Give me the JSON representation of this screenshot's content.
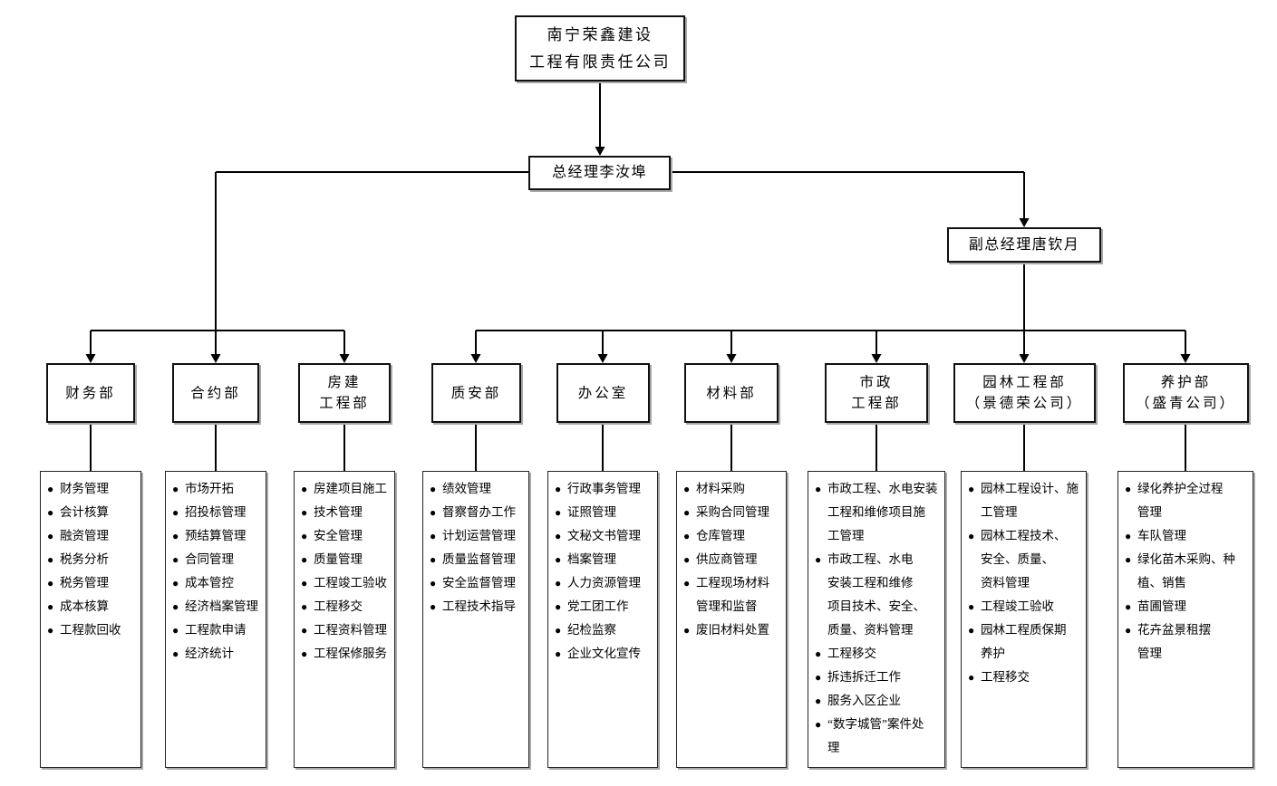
{
  "bullet": "●",
  "colors": {
    "line": "#000000",
    "box_border": "#111111",
    "box_shadow": "#a9a9a9",
    "background": "#ffffff",
    "text": "#000000"
  },
  "org": {
    "root": "南宁荣鑫建设\n工程有限责任公司",
    "general_manager": "总经理李汝埠",
    "deputy_general_manager": "副总经理唐钦月",
    "departments": [
      {
        "name": "财务部",
        "items": [
          "财务管理",
          "会计核算",
          "融资管理",
          "税务分析",
          "税务管理",
          "成本核算",
          "工程款回收"
        ]
      },
      {
        "name": "合约部",
        "items": [
          "市场开拓",
          "招投标管理",
          "预结算管理",
          "合同管理",
          "成本管控",
          "经济档案管理",
          "工程款申请",
          "经济统计"
        ]
      },
      {
        "name": "房建\n工程部",
        "items": [
          "房建项目施工",
          "技术管理",
          "安全管理",
          "质量管理",
          "工程竣工验收",
          "工程移交",
          "工程资料管理",
          "工程保修服务"
        ]
      },
      {
        "name": "质安部",
        "items": [
          "绩效管理",
          "督察督办工作",
          "计划运营管理",
          "质量监督管理",
          "安全监督管理",
          "工程技术指导"
        ]
      },
      {
        "name": "办公室",
        "items": [
          "行政事务管理",
          "证照管理",
          "文秘文书管理",
          "档案管理",
          "人力资源管理",
          "党工团工作",
          "纪检监察",
          "企业文化宣传"
        ]
      },
      {
        "name": "材料部",
        "items": [
          "材料采购",
          "采购合同管理",
          "仓库管理",
          "供应商管理",
          "工程现场材料\n管理和监督",
          "废旧材料处置"
        ]
      },
      {
        "name": "市政\n工程部",
        "items": [
          "市政工程、水电安装\n工程和维修项目施\n工管理",
          "市政工程、水电\n安装工程和维修\n项目技术、安全、\n质量、资料管理",
          "工程移交",
          "拆违拆迁工作",
          "服务入区企业",
          "“数字城管”案件处\n理"
        ]
      },
      {
        "name": "园林工程部\n（景德荣公司）",
        "items": [
          "园林工程设计、施\n工管理",
          "园林工程技术、\n安全、质量、\n资料管理",
          "工程竣工验收",
          "园林工程质保期\n养护",
          "工程移交"
        ]
      },
      {
        "name": "养护部\n（盛青公司）",
        "items": [
          "绿化养护全过程\n管理",
          "车队管理",
          "绿化苗木采购、种\n植、销售",
          "苗圃管理",
          "花卉盆景租摆\n管理"
        ]
      }
    ]
  }
}
